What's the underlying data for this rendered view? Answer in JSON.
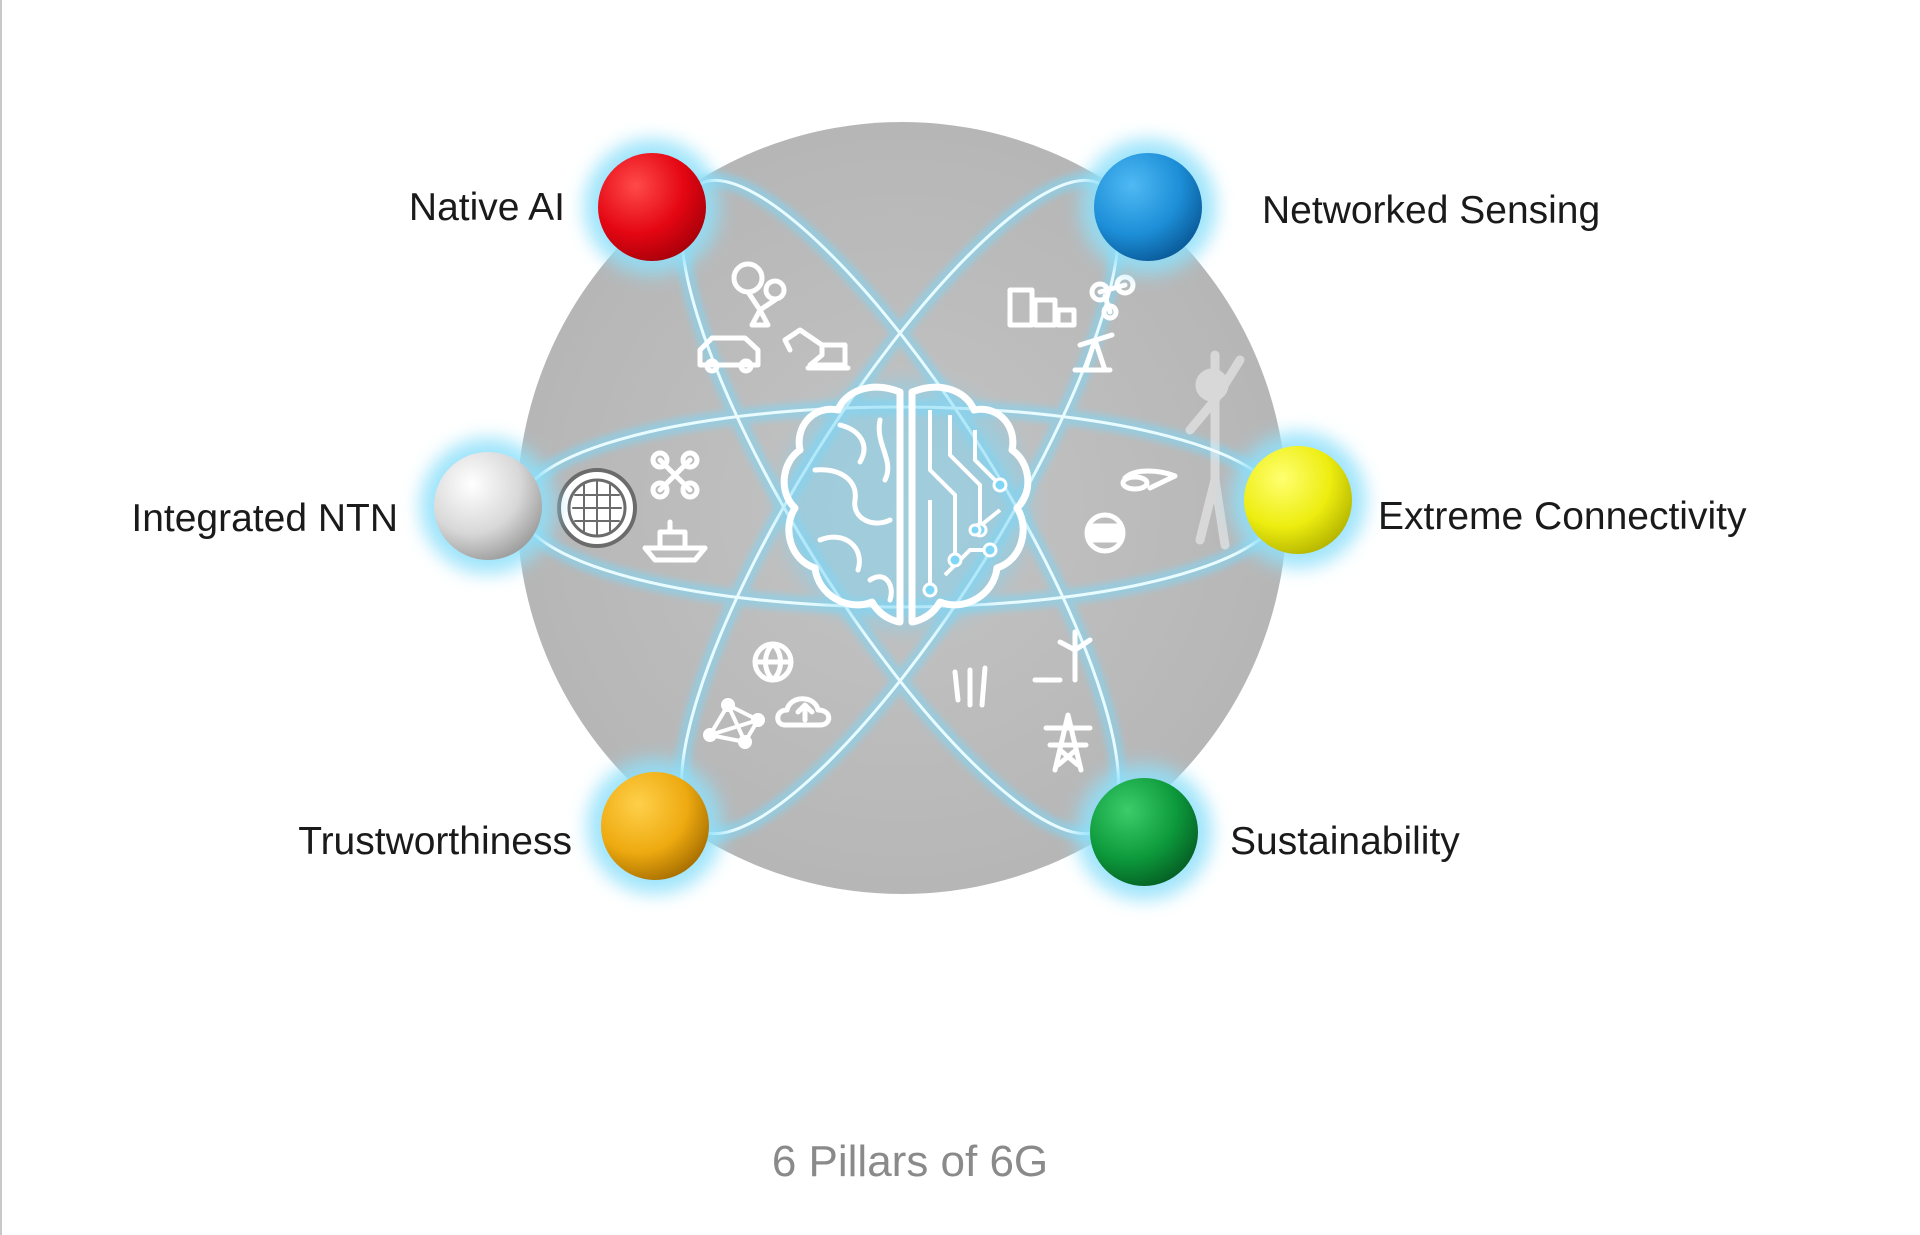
{
  "diagram": {
    "caption": "6 Pillars of 6G",
    "center_icon": "brain-circuit-icon",
    "pillars": [
      {
        "id": "native-ai",
        "label": "Native AI",
        "color": "#e40612",
        "icons": [
          "robot-arm-icon",
          "car-icon",
          "excavator-icon"
        ]
      },
      {
        "id": "networked-sensing",
        "label": "Networked Sensing",
        "color": "#1d8fd8",
        "icons": [
          "buildings-icon",
          "drone-icon",
          "oil-pump-icon"
        ]
      },
      {
        "id": "extreme-connectivity",
        "label": "Extreme Connectivity",
        "color": "#eded10",
        "icons": [
          "ar-glasses-icon",
          "vr-headset-icon",
          "hologram-person-icon"
        ]
      },
      {
        "id": "sustainability",
        "label": "Sustainability",
        "color": "#0d9a3c",
        "icons": [
          "wheat-icon",
          "wind-turbine-icon",
          "power-tower-icon"
        ]
      },
      {
        "id": "trustworthiness",
        "label": "Trustworthiness",
        "color": "#eeaa10",
        "icons": [
          "globe-icon",
          "network-mesh-icon",
          "cloud-upload-icon"
        ]
      },
      {
        "id": "integrated-ntn",
        "label": "Integrated NTN",
        "color": "#d4d4d4",
        "icons": [
          "satellite-dish-icon",
          "drone-icon",
          "ship-icon"
        ]
      }
    ]
  }
}
